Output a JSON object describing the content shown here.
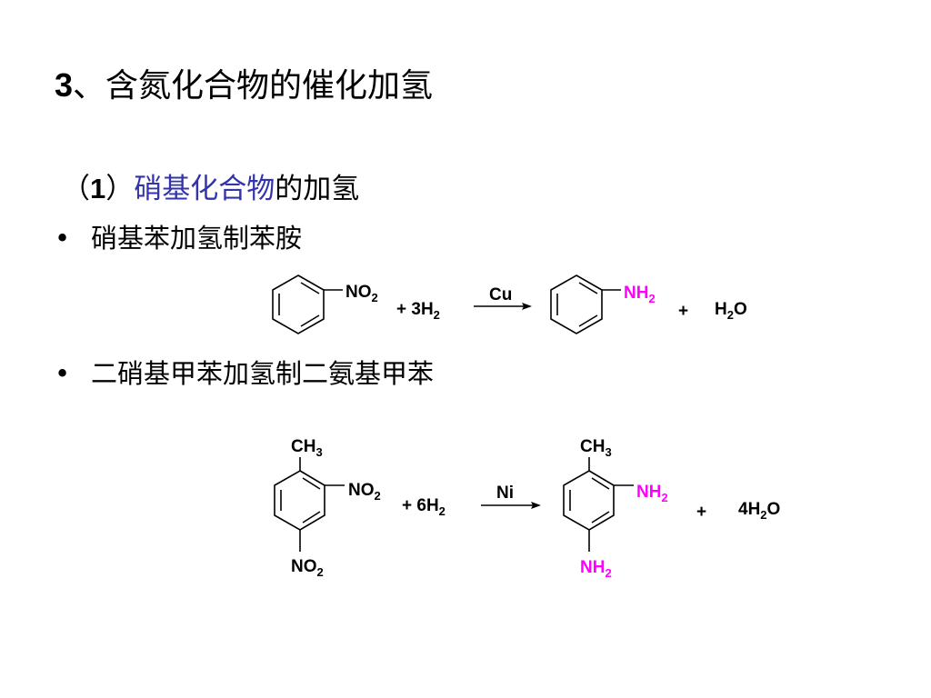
{
  "heading": {
    "number": "3",
    "text": "、含氮化合物的催化加氢"
  },
  "subheading": {
    "open": "（",
    "number": "1",
    "close": "）",
    "highlight": "硝基化合物",
    "rest": "的加氢",
    "highlight_color": "#3333aa"
  },
  "bullets": [
    {
      "marker": "•",
      "text": "硝基苯加氢制苯胺"
    },
    {
      "marker": "•",
      "text": "二硝基甲苯加氢制二氨基甲苯"
    }
  ],
  "reaction1": {
    "reactant_group": {
      "main": "NO",
      "sub": "2"
    },
    "reagent": {
      "prefix": "+ 3H",
      "sub": "2"
    },
    "catalyst": "Cu",
    "product_group": {
      "main": "NH",
      "sub": "2"
    },
    "plus": "+",
    "byproduct": {
      "pre": "H",
      "sub": "2",
      "post": "O"
    }
  },
  "reaction2": {
    "reactant_top": {
      "main": "CH",
      "sub": "3"
    },
    "reactant_side": {
      "main": "NO",
      "sub": "2"
    },
    "reactant_bottom": {
      "main": "NO",
      "sub": "2"
    },
    "reagent": {
      "prefix": "+ 6H",
      "sub": "2"
    },
    "catalyst": "Ni",
    "product_top": {
      "main": "CH",
      "sub": "3"
    },
    "product_side": {
      "main": "NH",
      "sub": "2"
    },
    "product_bottom": {
      "main": "NH",
      "sub": "2"
    },
    "plus": "+",
    "byproduct": {
      "pre": "4H",
      "sub": "2",
      "post": "O"
    }
  },
  "colors": {
    "amine_group": "#ff00ff",
    "text": "#000000"
  }
}
